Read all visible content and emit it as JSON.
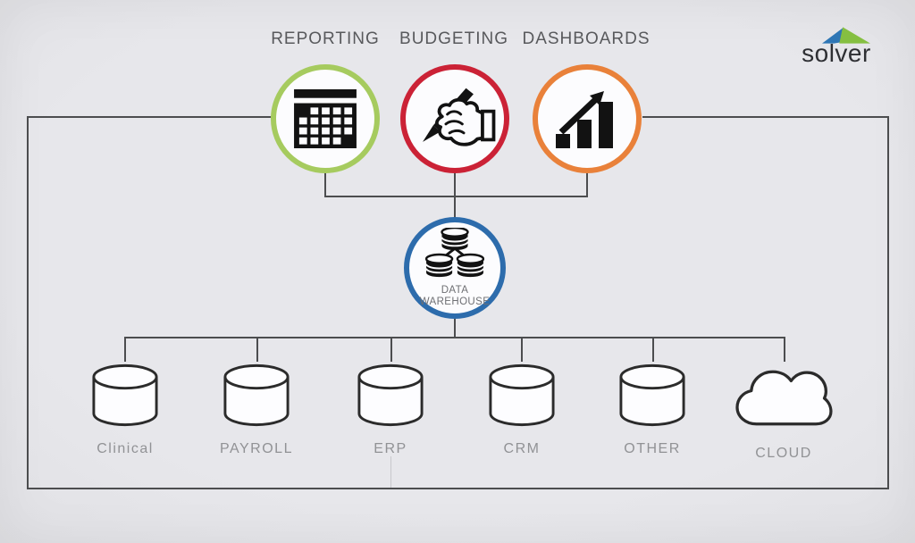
{
  "diagram": {
    "title_area": {
      "outputs": [
        {
          "label": "REPORTING",
          "ring_color": "#a6cb5f",
          "icon": "calendar-report-icon"
        },
        {
          "label": "BUDGETING",
          "ring_color": "#cb2236",
          "icon": "writing-hand-icon"
        },
        {
          "label": "DASHBOARDS",
          "ring_color": "#e9813a",
          "icon": "bar-chart-arrow-icon"
        }
      ]
    },
    "warehouse": {
      "label_line1": "DATA",
      "label_line2": "WAREHOUSE",
      "ring_color": "#2d6cac",
      "icon": "database-cluster-icon"
    },
    "sources": [
      {
        "label": "Clinical",
        "icon": "database-cylinder-icon"
      },
      {
        "label": "PAYROLL",
        "icon": "database-cylinder-icon"
      },
      {
        "label": "ERP",
        "icon": "database-cylinder-icon"
      },
      {
        "label": "CRM",
        "icon": "database-cylinder-icon"
      },
      {
        "label": "OTHER",
        "icon": "database-cylinder-icon"
      },
      {
        "label": "CLOUD",
        "icon": "cloud-icon"
      }
    ],
    "logo": {
      "text": "solver",
      "triangle_blue": "#2e76b5",
      "triangle_green": "#85bf41"
    }
  }
}
